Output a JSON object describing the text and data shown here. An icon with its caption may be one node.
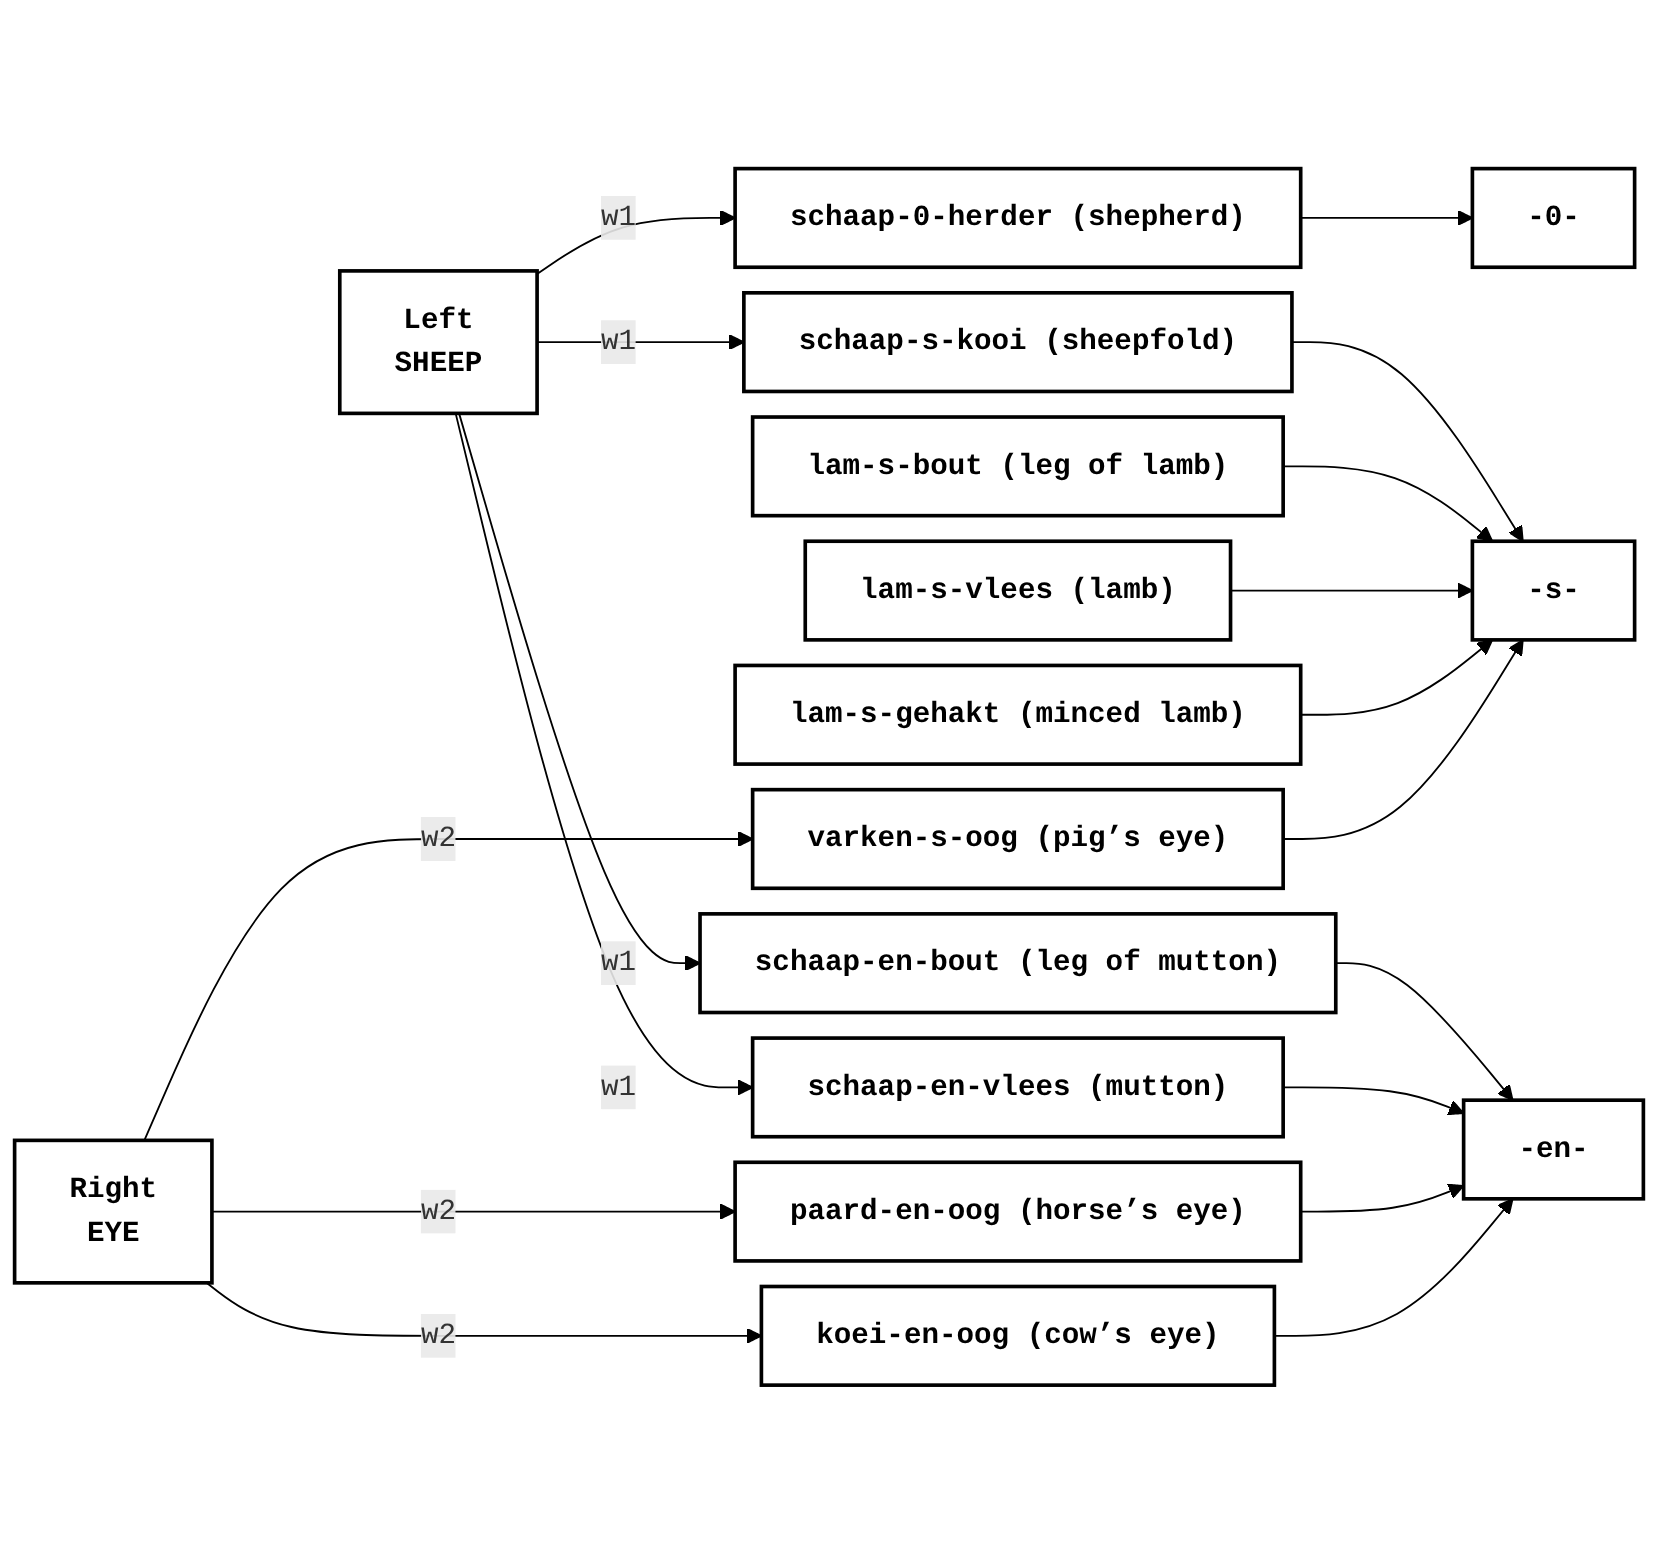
{
  "diagram": {
    "nodes": [
      {
        "text": [
          "Left",
          "SHEEP"
        ]
      },
      {
        "text": [
          "schaap-en-bout (leg of mutton)"
        ]
      },
      {
        "text": [
          "schaap-0-herder (shepherd)"
        ]
      },
      {
        "text": [
          "schaap-s-kooi (sheepfold)"
        ]
      },
      {
        "text": [
          "schaap-en-vlees (mutton)"
        ]
      },
      {
        "text": [
          "lam-s-bout (leg of lamb)"
        ]
      },
      {
        "text": [
          "lam-s-vlees (lamb)"
        ]
      },
      {
        "text": [
          "lam-s-gehakt (minced lamb)"
        ]
      },
      {
        "text": [
          "paard-en-oog (horse’s eye)"
        ]
      },
      {
        "text": [
          "koei-en-oog (cow’s eye)"
        ]
      },
      {
        "text": [
          "varken-s-oog (pig’s eye)"
        ]
      },
      {
        "text": [
          "Right",
          "EYE"
        ]
      },
      {
        "text": [
          "-en-"
        ]
      },
      {
        "text": [
          "-0-"
        ]
      },
      {
        "text": [
          "-s-"
        ]
      }
    ],
    "edges": [
      {
        "from": 0,
        "to": 1,
        "arrow": "to",
        "label": "w1"
      },
      {
        "from": 0,
        "to": 2,
        "arrow": "to",
        "label": "w1"
      },
      {
        "from": 0,
        "to": 3,
        "arrow": "to",
        "label": "w1"
      },
      {
        "from": 0,
        "to": 4,
        "arrow": "to",
        "label": "w1"
      },
      {
        "from": 1,
        "to": 12,
        "arrow": "to"
      },
      {
        "from": 2,
        "to": 13,
        "arrow": "to"
      },
      {
        "from": 3,
        "to": 14,
        "arrow": "to"
      },
      {
        "from": 4,
        "to": 12,
        "arrow": "to"
      },
      {
        "from": 5,
        "to": 14,
        "arrow": "to"
      },
      {
        "from": 6,
        "to": 14,
        "arrow": "to"
      },
      {
        "from": 7,
        "to": 14,
        "arrow": "to"
      },
      {
        "from": 11,
        "to": 8,
        "arrow": "to",
        "label": "w2"
      },
      {
        "from": 11,
        "to": 9,
        "arrow": "to",
        "label": "w2"
      },
      {
        "from": 11,
        "to": 10,
        "arrow": "to",
        "label": "w2"
      },
      {
        "from": 8,
        "to": 12,
        "arrow": "to"
      },
      {
        "from": 9,
        "to": 12,
        "arrow": "to"
      },
      {
        "from": 10,
        "to": 14,
        "arrow": "to"
      }
    ]
  }
}
